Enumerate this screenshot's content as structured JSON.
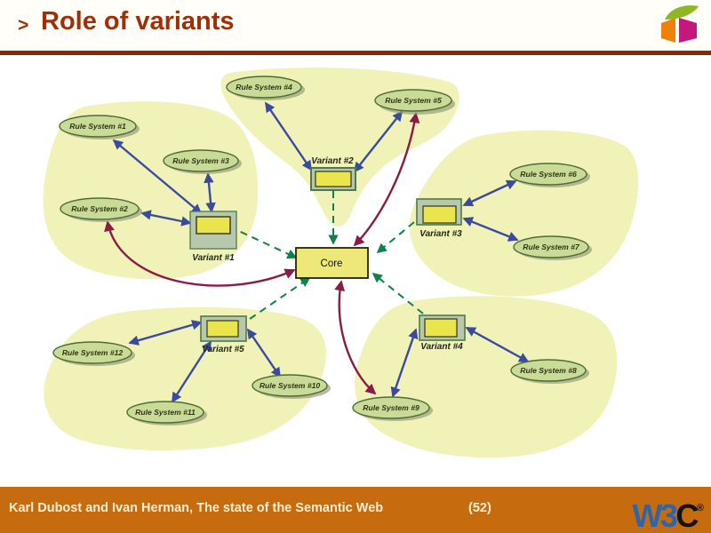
{
  "header": {
    "chevron": ">",
    "title": "Role of variants"
  },
  "footer": {
    "credit": "Karl Dubost and Ivan Herman, The state of the Semantic Web",
    "page_number": "(52)",
    "w3c_logo": {
      "w3": "W3",
      "c": "C",
      "registered": "®"
    }
  },
  "icons": {
    "header_logo": "cube-logo",
    "footer_logo": "w3c-logo"
  },
  "colors": {
    "title_text": "#9F2F08",
    "header_rule": "#8B2606",
    "footer_bg": "#C76C0E",
    "footer_text": "#F8F0D5",
    "w3c_blue": "#2E64A8",
    "blob_fill": "#F0F2B8",
    "ellipse_fill": "#C9DB97",
    "ellipse_stroke": "#4F6B35",
    "variant_frame_fill": "#B7C8AE",
    "variant_frame_stroke": "#4D7A45",
    "variant_inner_yellow": "#EAE54D",
    "core_fill": "#EDE878",
    "arrow_blue": "#3A4B9F",
    "arrow_green_dashed": "#0E8248",
    "arrow_maroon": "#8A1B45"
  },
  "diagram": {
    "core": {
      "label": "Core"
    },
    "variants": [
      {
        "label": "Variant #1"
      },
      {
        "label": "Variant #2"
      },
      {
        "label": "Variant #3"
      },
      {
        "label": "Variant #4"
      },
      {
        "label": "Variant #5"
      }
    ],
    "rule_systems": [
      {
        "label": "Rule System #1"
      },
      {
        "label": "Rule System #2"
      },
      {
        "label": "Rule System #3"
      },
      {
        "label": "Rule System #4"
      },
      {
        "label": "Rule System #5"
      },
      {
        "label": "Rule System #6"
      },
      {
        "label": "Rule System #7"
      },
      {
        "label": "Rule System #8"
      },
      {
        "label": "Rule System #9"
      },
      {
        "label": "Rule System #10"
      },
      {
        "label": "Rule System #11"
      },
      {
        "label": "Rule System #12"
      }
    ],
    "edges": {
      "blue_bidirectional": [
        [
          "Variant #1",
          "Rule System #1"
        ],
        [
          "Variant #1",
          "Rule System #2"
        ],
        [
          "Variant #1",
          "Rule System #3"
        ],
        [
          "Variant #2",
          "Rule System #4"
        ],
        [
          "Variant #2",
          "Rule System #5"
        ],
        [
          "Variant #3",
          "Rule System #6"
        ],
        [
          "Variant #3",
          "Rule System #7"
        ],
        [
          "Variant #4",
          "Rule System #8"
        ],
        [
          "Variant #4",
          "Rule System #9"
        ],
        [
          "Variant #5",
          "Rule System #10"
        ],
        [
          "Variant #5",
          "Rule System #11"
        ],
        [
          "Variant #5",
          "Rule System #12"
        ]
      ],
      "green_dashed_to_core": [
        "Variant #1",
        "Variant #2",
        "Variant #3",
        "Variant #4",
        "Variant #5"
      ],
      "maroon_curved": [
        [
          "Core",
          "Rule System #2"
        ],
        [
          "Core",
          "Rule System #5"
        ],
        [
          "Core",
          "Rule System #9"
        ]
      ]
    }
  }
}
